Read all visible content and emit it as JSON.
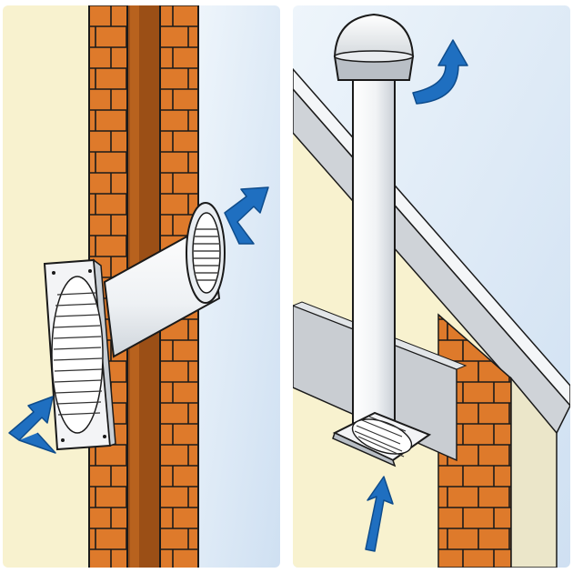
{
  "illustration": {
    "panels": [
      {
        "id": "through-wall",
        "elements": [
          "interior-wall",
          "brick-wall",
          "wall-cavity",
          "fan-grille",
          "round-duct",
          "outer-louvered-vent",
          "airflow-in-arrow",
          "airflow-out-arrow"
        ]
      },
      {
        "id": "through-roof",
        "elements": [
          "interior-wall",
          "roof-slope",
          "brick-wall",
          "ceiling-fan-grille",
          "vertical-pipe",
          "roof-cap",
          "airflow-in-arrow",
          "airflow-out-arrow"
        ]
      }
    ],
    "colors": {
      "brick": "#de7a2b",
      "mortar": "#1a1a1a",
      "cavity": "#9b4f16",
      "interior_wall": "#f8f2cf",
      "sky": "#dce9f6",
      "arrow": "#1f6fc0",
      "duct": "#f4f6f8",
      "roof": "#cfd3d8"
    },
    "icons": [
      "arrow-icon",
      "curved-arrow-icon"
    ]
  }
}
